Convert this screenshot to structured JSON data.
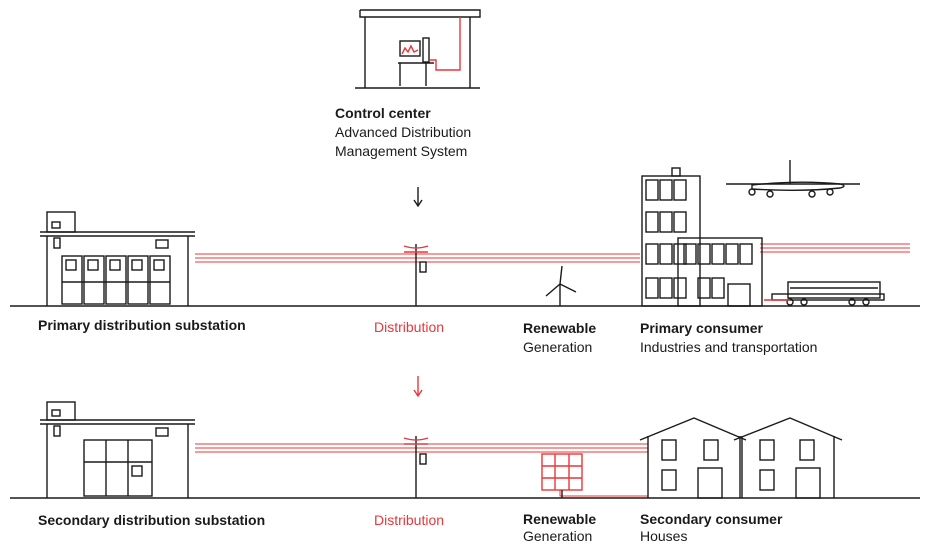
{
  "control_center": {
    "title": "Control center",
    "line1": "Advanced Distribution",
    "line2": "Management System"
  },
  "row1": {
    "substation": "Primary distribution substation",
    "distribution": "Distribution",
    "renewable_title": "Renewable",
    "renewable_sub": "Generation",
    "consumer_title": "Primary consumer",
    "consumer_sub": "Industries and transportation"
  },
  "row2": {
    "substation": "Secondary distribution substation",
    "distribution": "Distribution",
    "renewable_title": "Renewable",
    "renewable_sub": "Generation",
    "consumer_title": "Secondary consumer",
    "consumer_sub": "Houses"
  },
  "colors": {
    "line": "#1a1a1a",
    "accent": "#e8373a"
  }
}
